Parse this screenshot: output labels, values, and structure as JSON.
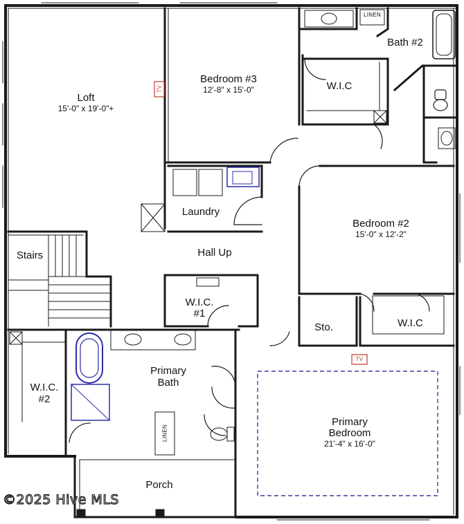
{
  "rooms": {
    "loft": {
      "name": "Loft",
      "dims": "15'-0\" x 19'-0\"+"
    },
    "bedroom3": {
      "name": "Bedroom #3",
      "dims": "12'-8\" x 15'-0\""
    },
    "bath2": {
      "name": "Bath #2"
    },
    "linen_top": {
      "name": "LINEN"
    },
    "wic_top": {
      "name": "W.I.C"
    },
    "laundry": {
      "name": "Laundry"
    },
    "stairs": {
      "name": "Stairs"
    },
    "hall": {
      "name": "Hall Up"
    },
    "bedroom2": {
      "name": "Bedroom #2",
      "dims": "15'-0\" x 12'-2\""
    },
    "wic1": {
      "name_line1": "W.I.C.",
      "name_line2": "#1"
    },
    "sto": {
      "name": "Sto."
    },
    "wic_right": {
      "name": "W.I.C"
    },
    "wic2": {
      "name_line1": "W.I.C.",
      "name_line2": "#2"
    },
    "primary_bath": {
      "name_line1": "Primary",
      "name_line2": "Bath"
    },
    "linen_bath": {
      "name": "LINEN"
    },
    "primary_bedroom": {
      "name_line1": "Primary",
      "name_line2": "Bedroom",
      "dims": "21'-4\" x 16'-0\""
    },
    "porch": {
      "name": "Porch"
    }
  },
  "tv_markers": [
    "TV",
    "TV"
  ],
  "watermark": "©2025 Hive MLS",
  "colors": {
    "wall": "#1a1a1a",
    "fixture_blue": "#2c2ca8",
    "tv_red": "#c0392b",
    "dashed_outline": "#3a3a9a"
  }
}
